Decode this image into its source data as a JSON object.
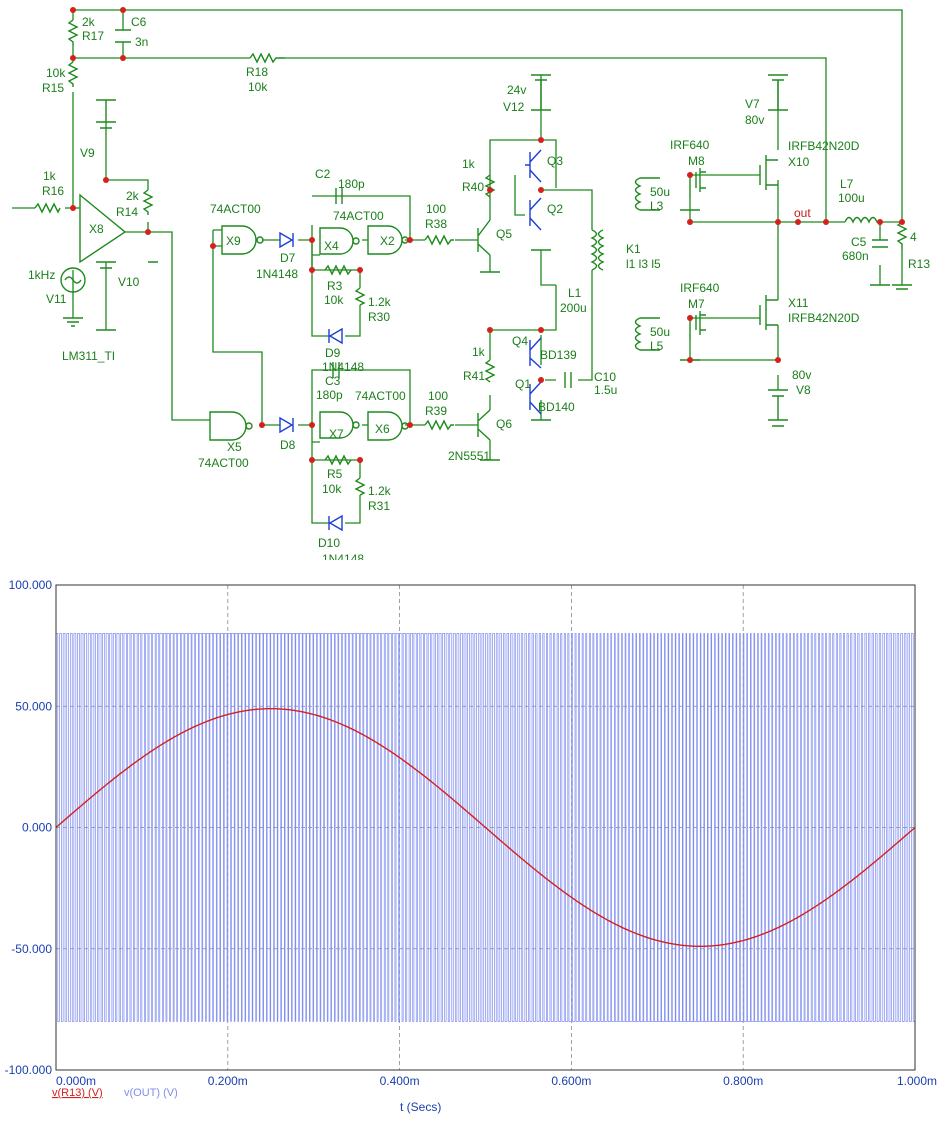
{
  "schematic": {
    "labels": [
      {
        "id": "r17-val",
        "text": "2k"
      },
      {
        "id": "r17",
        "text": "R17"
      },
      {
        "id": "c6",
        "text": "C6"
      },
      {
        "id": "c6-val",
        "text": "3n"
      },
      {
        "id": "r15-val",
        "text": "10k"
      },
      {
        "id": "r15",
        "text": "R15"
      },
      {
        "id": "r18",
        "text": "R18"
      },
      {
        "id": "r18-val",
        "text": "10k"
      },
      {
        "id": "r16-val",
        "text": "1k"
      },
      {
        "id": "r16",
        "text": "R16"
      },
      {
        "id": "v9",
        "text": "V9"
      },
      {
        "id": "r14-val",
        "text": "2k"
      },
      {
        "id": "r14",
        "text": "R14"
      },
      {
        "id": "x8",
        "text": "X8"
      },
      {
        "id": "v11-val",
        "text": "1kHz"
      },
      {
        "id": "v11",
        "text": "V11"
      },
      {
        "id": "v10",
        "text": "V10"
      },
      {
        "id": "lm311",
        "text": "LM311_TI"
      },
      {
        "id": "c2",
        "text": "C2"
      },
      {
        "id": "c2-val",
        "text": "180p"
      },
      {
        "id": "x9-type",
        "text": "74ACT00"
      },
      {
        "id": "x4-type",
        "text": "74ACT00"
      },
      {
        "id": "x9",
        "text": "X9"
      },
      {
        "id": "d7",
        "text": "D7"
      },
      {
        "id": "d7-type",
        "text": "1N4148"
      },
      {
        "id": "x4",
        "text": "X4"
      },
      {
        "id": "x2",
        "text": "X2"
      },
      {
        "id": "r3",
        "text": "R3"
      },
      {
        "id": "r3-val",
        "text": "10k"
      },
      {
        "id": "r30-val",
        "text": "1.2k"
      },
      {
        "id": "r30",
        "text": "R30"
      },
      {
        "id": "r38-val",
        "text": "100"
      },
      {
        "id": "r38",
        "text": "R38"
      },
      {
        "id": "q5",
        "text": "Q5"
      },
      {
        "id": "r40-val",
        "text": "1k"
      },
      {
        "id": "r40",
        "text": "R40"
      },
      {
        "id": "v12-val",
        "text": "24v"
      },
      {
        "id": "v12",
        "text": "V12"
      },
      {
        "id": "q3",
        "text": "Q3"
      },
      {
        "id": "q2",
        "text": "Q2"
      },
      {
        "id": "k1",
        "text": "K1"
      },
      {
        "id": "k1-pins",
        "text": "l1 l3 l5"
      },
      {
        "id": "l1",
        "text": "L1"
      },
      {
        "id": "l1-val",
        "text": "200u"
      },
      {
        "id": "d9",
        "text": "D9"
      },
      {
        "id": "d9-type",
        "text": "1N4148"
      },
      {
        "id": "c3",
        "text": "C3"
      },
      {
        "id": "c3-val",
        "text": "180p"
      },
      {
        "id": "x6-type",
        "text": "74ACT00"
      },
      {
        "id": "r41-val",
        "text": "1k"
      },
      {
        "id": "r41",
        "text": "R41"
      },
      {
        "id": "q4",
        "text": "Q4"
      },
      {
        "id": "bd139",
        "text": "BD139"
      },
      {
        "id": "q1",
        "text": "Q1"
      },
      {
        "id": "bd140",
        "text": "BD140"
      },
      {
        "id": "c10",
        "text": "C10"
      },
      {
        "id": "c10-val",
        "text": "1.5u"
      },
      {
        "id": "x5",
        "text": "X5"
      },
      {
        "id": "x5-type",
        "text": "74ACT00"
      },
      {
        "id": "d8",
        "text": "D8"
      },
      {
        "id": "x7",
        "text": "X7"
      },
      {
        "id": "x6",
        "text": "X6"
      },
      {
        "id": "r39-val",
        "text": "100"
      },
      {
        "id": "r39",
        "text": "R39"
      },
      {
        "id": "q6",
        "text": "Q6"
      },
      {
        "id": "q6-type",
        "text": "2N5551"
      },
      {
        "id": "r5",
        "text": "R5"
      },
      {
        "id": "r5-val",
        "text": "10k"
      },
      {
        "id": "r31-val",
        "text": "1.2k"
      },
      {
        "id": "r31",
        "text": "R31"
      },
      {
        "id": "d10",
        "text": "D10"
      },
      {
        "id": "d10-type",
        "text": "1N4148"
      },
      {
        "id": "irf-top",
        "text": "IRF640"
      },
      {
        "id": "m8",
        "text": "M8"
      },
      {
        "id": "l3-val",
        "text": "50u"
      },
      {
        "id": "l3",
        "text": "L3"
      },
      {
        "id": "v7",
        "text": "V7"
      },
      {
        "id": "v7-val",
        "text": "80v"
      },
      {
        "id": "x10-type",
        "text": "IRFB42N20D"
      },
      {
        "id": "x10",
        "text": "X10"
      },
      {
        "id": "l7",
        "text": "L7"
      },
      {
        "id": "l7-val",
        "text": "100u"
      },
      {
        "id": "out",
        "text": "out"
      },
      {
        "id": "c5",
        "text": "C5"
      },
      {
        "id": "c5-val",
        "text": "680n"
      },
      {
        "id": "r13-val",
        "text": "4"
      },
      {
        "id": "r13",
        "text": "R13"
      },
      {
        "id": "irf-bot",
        "text": "IRF640"
      },
      {
        "id": "m7",
        "text": "M7"
      },
      {
        "id": "l5-val",
        "text": "50u"
      },
      {
        "id": "l5",
        "text": "L5"
      },
      {
        "id": "x11",
        "text": "X11"
      },
      {
        "id": "x11-type",
        "text": "IRFB42N20D"
      },
      {
        "id": "v8-val",
        "text": "80v"
      },
      {
        "id": "v8",
        "text": "V8"
      }
    ]
  },
  "chart_data": {
    "type": "line",
    "xlabel": "t (Secs)",
    "xlim": [
      0,
      0.001
    ],
    "ylim": [
      -100,
      100
    ],
    "x_ticks": [
      "0.000m",
      "0.200m",
      "0.400m",
      "0.600m",
      "0.800m",
      "1.000m"
    ],
    "y_ticks": [
      "100.000",
      "50.000",
      "0.000",
      "-50.000",
      "-100.000"
    ],
    "grid": true,
    "legend": [
      "v(R13) (V)",
      "v(OUT) (V)"
    ],
    "series": [
      {
        "name": "v(R13) (V)",
        "color": "#d6201c",
        "kind": "sine",
        "frequency_hz": 1000,
        "amplitude": 49,
        "x_start": 0,
        "x_end": 0.001
      },
      {
        "name": "v(OUT) (V)",
        "color": "#7f8df0",
        "kind": "pwm",
        "high": 80,
        "low": -80,
        "x_start": 0,
        "x_end": 0.001
      }
    ]
  }
}
